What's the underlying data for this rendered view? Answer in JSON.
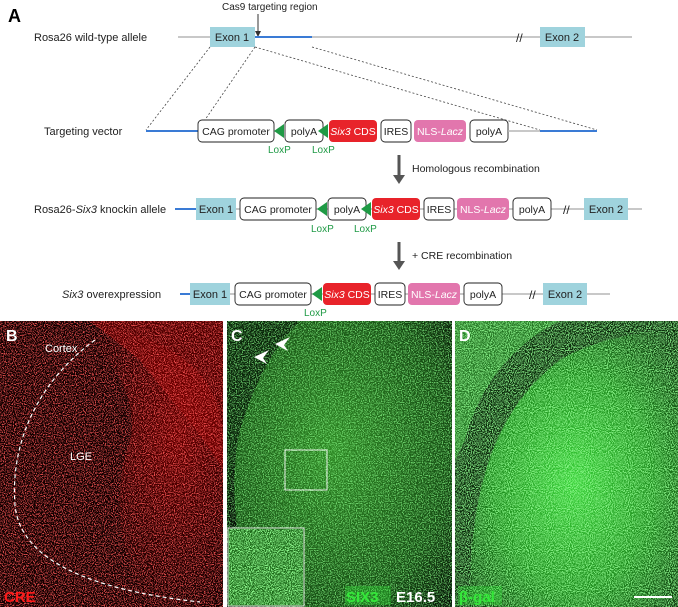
{
  "panel_a": {
    "label": "A",
    "cas9_label": "Cas9 targeting region",
    "rows": {
      "wt": {
        "label": "Rosa26 wild-type allele",
        "exon1": "Exon 1",
        "exon2": "Exon 2"
      },
      "vector": {
        "label": "Targeting vector",
        "cag": "CAG promoter",
        "polya1": "polyA",
        "six3": "Six3",
        "cds": " CDS",
        "ires": "IRES",
        "nls": "NLS-",
        "lacz": "Lacz",
        "polya2": "polyA",
        "loxp1": "LoxP",
        "loxp2": "LoxP"
      },
      "knockin": {
        "label_pre": "Rosa26-",
        "label_gene": "Six3",
        "label_post": " knockin allele",
        "exon1": "Exon 1",
        "cag": "CAG promoter",
        "polya1": "polyA",
        "six3": "Six3",
        "cds": " CDS",
        "ires": "IRES",
        "nls": "NLS-",
        "lacz": "Lacz",
        "polya2": "polyA",
        "exon2": "Exon 2",
        "loxp1": "LoxP",
        "loxp2": "LoxP"
      },
      "overexpression": {
        "label_gene": "Six3",
        "label_post": " overexpression",
        "exon1": "Exon 1",
        "cag": "CAG promoter",
        "six3": "Six3",
        "cds": " CDS",
        "ires": "IRES",
        "nls": "NLS-",
        "lacz": "Lacz",
        "polya": "polyA",
        "exon2": "Exon 2",
        "loxp": "LoxP"
      }
    },
    "arrow1_label": "Homologous recombination",
    "arrow2_label": "+ CRE recombination",
    "break_mark": "//"
  },
  "panel_b": {
    "label": "B",
    "region1": "Cortex",
    "region2": "LGE",
    "stain": "CRE"
  },
  "panel_c": {
    "label": "C",
    "stain": "SIX3",
    "stage": "E16.5"
  },
  "panel_d": {
    "label": "D",
    "stain": "β-gal"
  },
  "colors": {
    "exon": "#9fd3dd",
    "cds": "#e8232a",
    "lacz": "#e276ad",
    "loxp": "#1f9a45",
    "loxp_text": "#1f9a45",
    "cre_red": "#ff1a1a",
    "gfp_green": "#35e83a",
    "homology_blue": "#3a7bd5"
  }
}
